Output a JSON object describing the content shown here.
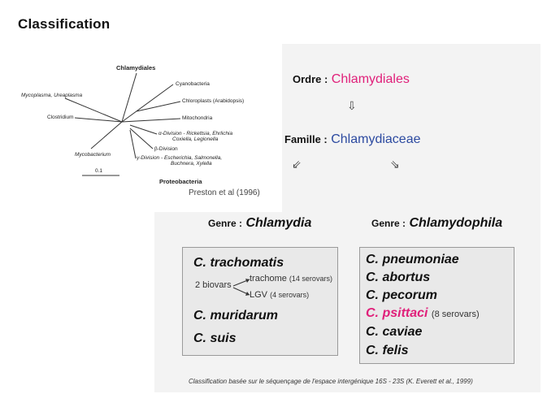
{
  "title": "Classification",
  "tree": {
    "top_label": "Chlamydiales",
    "bottom_label": "Proteobacteria",
    "scale": "0.1",
    "citation": "Preston et al (1996)",
    "leaves": {
      "mycoplasma": "Mycoplasma, Ureaplasma",
      "clostridium": "Clostridium",
      "mycobacterium": "Mycobacterium",
      "cyanobacteria": "Cyanobacteria",
      "chloroplasts": "Chloroplasts (Arabidopsis)",
      "mitochondria": "Mitochondria",
      "alpha_1": "α-Division - Rickettsia, Ehrlichia",
      "alpha_2": "Coxiella, Legionella",
      "beta": "β-Division",
      "gamma_1": "γ-Division - Escherichia, Salmonella,",
      "gamma_2": "Buchnera, Xylella"
    }
  },
  "taxonomy": {
    "order_label": "Ordre :",
    "order_name": "Chlamydiales",
    "family_label": "Famille :",
    "family_name": "Chlamydiaceae",
    "arrow_down": "⇩",
    "arrow_left": "⇙",
    "arrow_right": "⇘"
  },
  "genera": {
    "chlamydia": {
      "label": "Genre :",
      "name": "Chlamydia",
      "species": {
        "trachomatis": "C. trachomatis",
        "muridarum": "C. muridarum",
        "suis": "C. suis"
      },
      "biovars": {
        "label": "2 biovars",
        "trachoma": "trachome",
        "trachoma_sero": "(14 serovars)",
        "lgv": "LGV",
        "lgv_sero": "(4 serovars)"
      }
    },
    "chlamydophila": {
      "label": "Genre :",
      "name": "Chlamydophila",
      "species": {
        "pneumoniae": "C. pneumoniae",
        "abortus": "C. abortus",
        "pecorum": "C. pecorum",
        "psittaci": "C. psittaci",
        "psittaci_sero": "(8 serovars)",
        "caviae": "C. caviae",
        "felis": "C. felis"
      }
    }
  },
  "footnote": "Classification basée sur le séquençage de l'espace intergénique 16S - 23S  (K. Everett et al., 1999)",
  "colors": {
    "highlight": "#e0207a",
    "family": "#2c4aa0"
  }
}
